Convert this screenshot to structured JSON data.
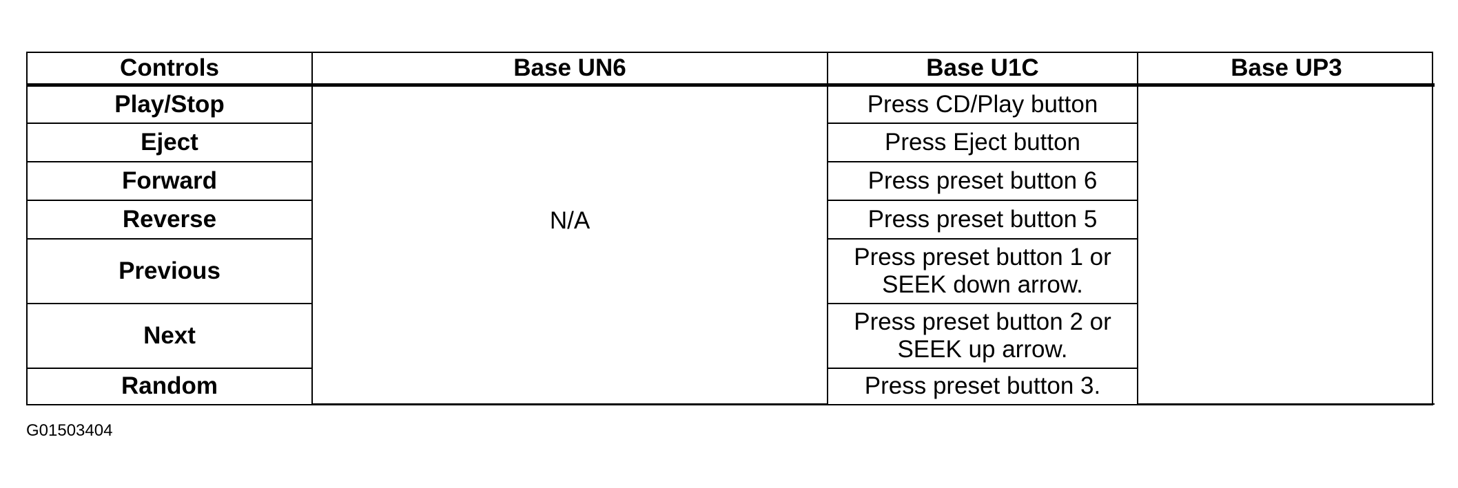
{
  "table": {
    "headers": [
      "Controls",
      "Base UN6",
      "Base U1C",
      "Base UP3"
    ],
    "rows": [
      {
        "control": "Play/Stop",
        "u1c": "Press CD/Play button"
      },
      {
        "control": "Eject",
        "u1c": "Press Eject button"
      },
      {
        "control": "Forward",
        "u1c": "Press preset button 6"
      },
      {
        "control": "Reverse",
        "u1c": "Press preset button 5"
      },
      {
        "control": "Previous",
        "u1c": "Press preset button 1 or SEEK down arrow."
      },
      {
        "control": "Next",
        "u1c": "Press preset button 2 or SEEK up arrow."
      },
      {
        "control": "Random",
        "u1c": "Press preset button 3."
      }
    ],
    "un6_value": "N/A",
    "up3_value": ""
  },
  "figure_id": "G01503404"
}
